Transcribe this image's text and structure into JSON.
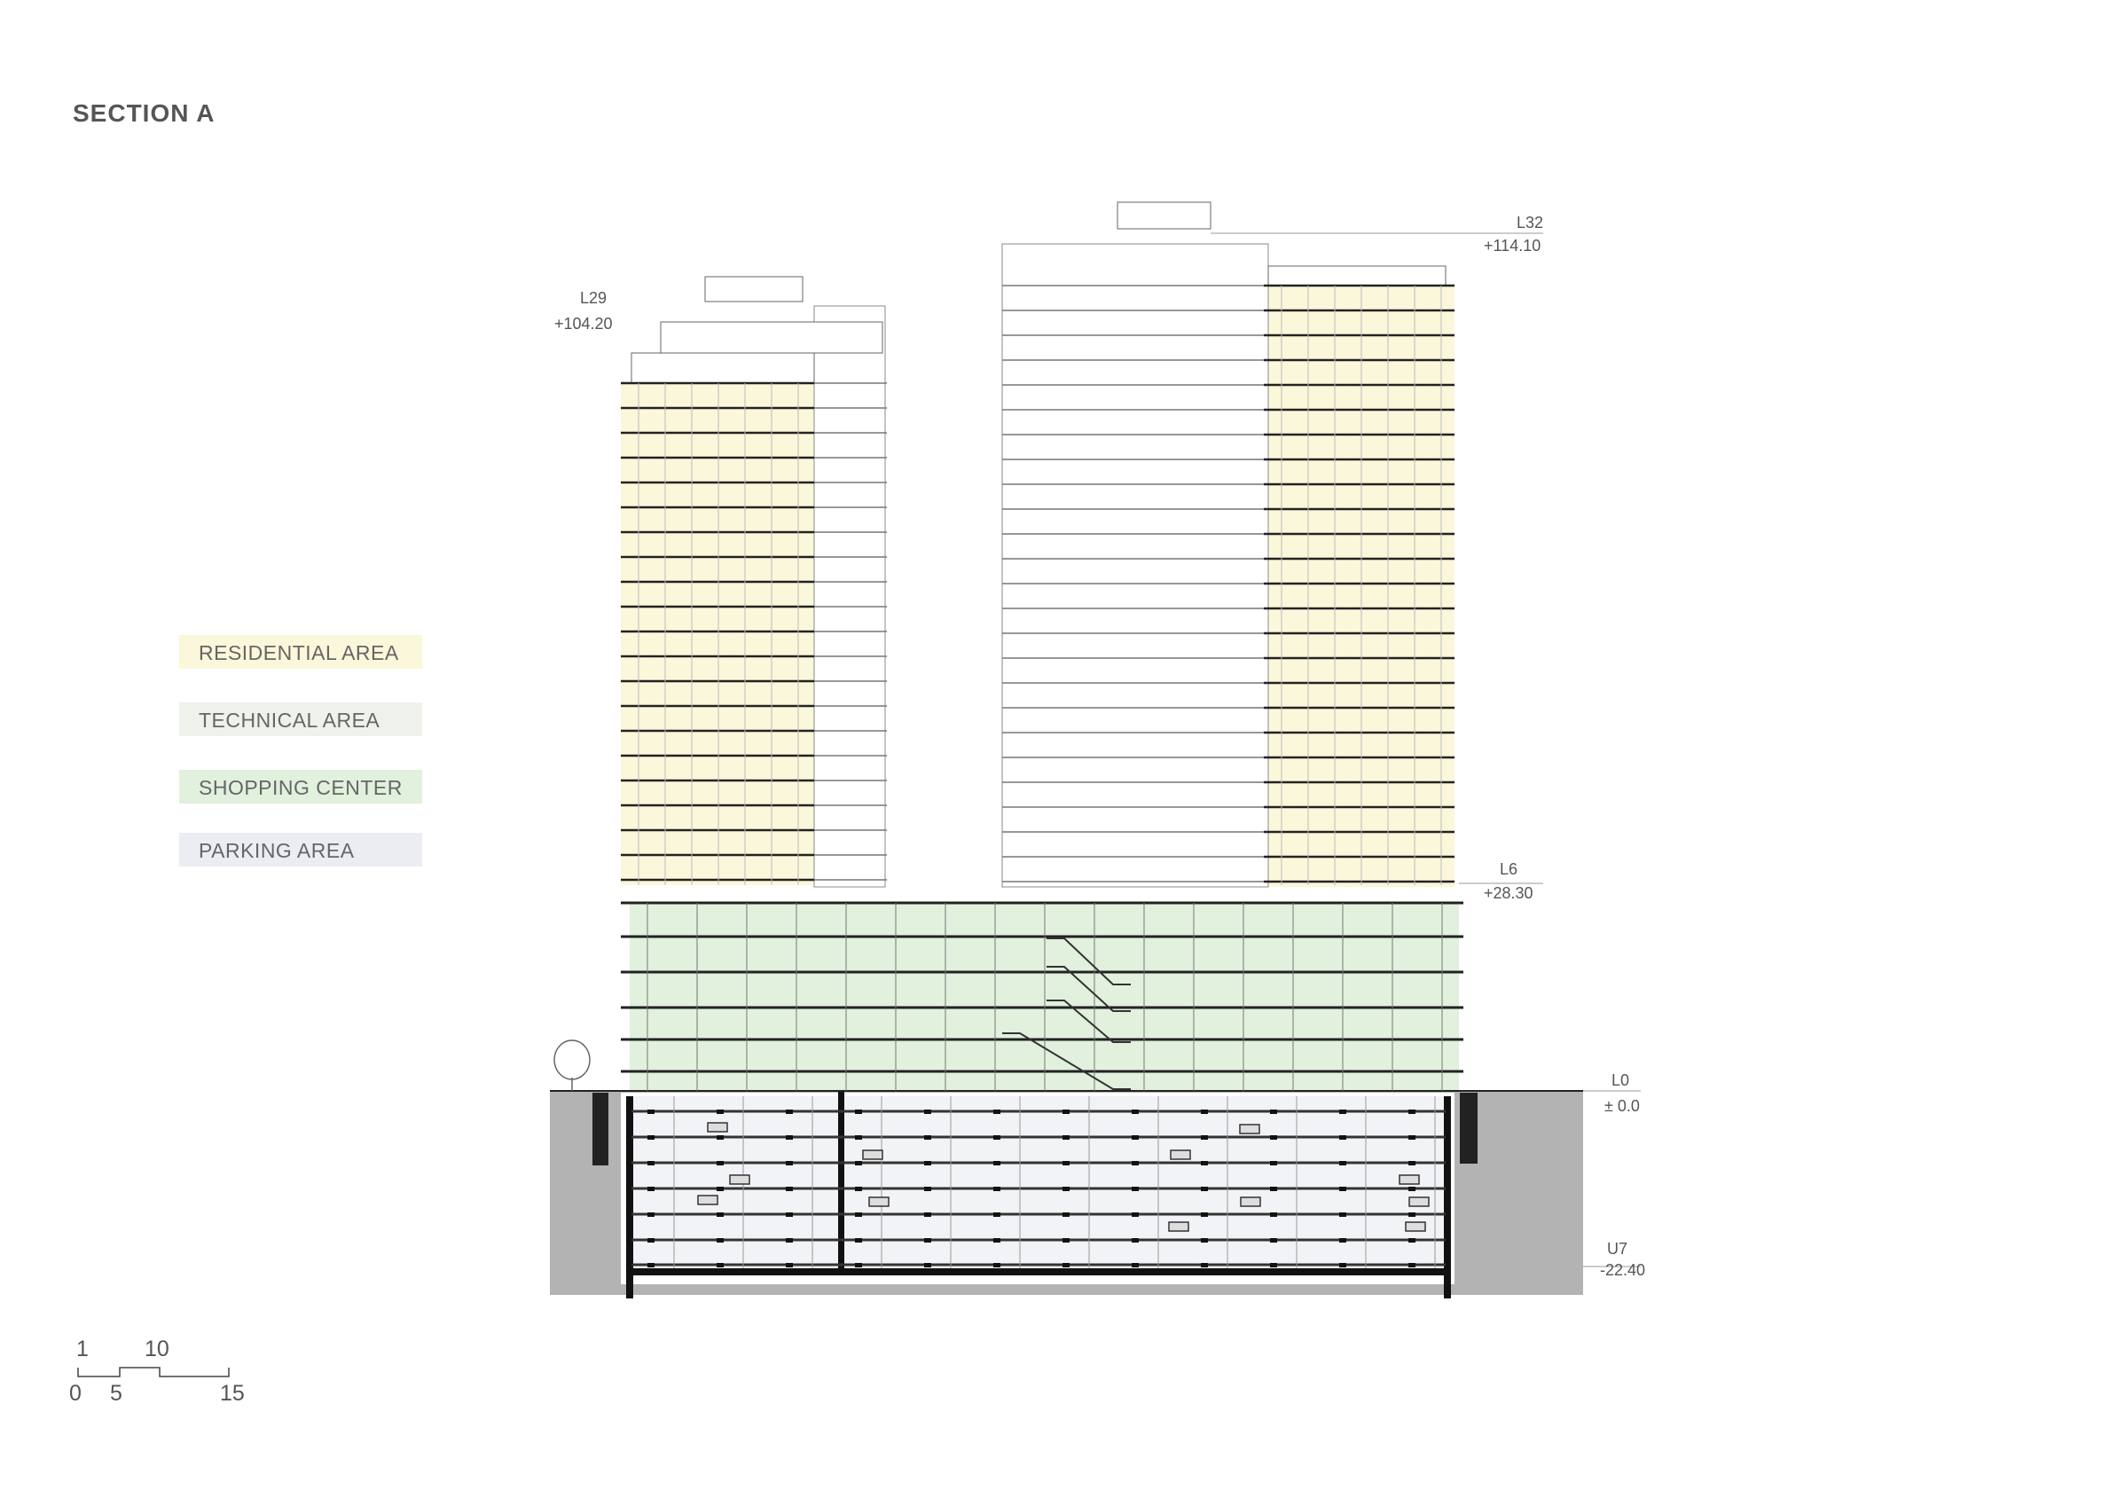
{
  "title": "SECTION A",
  "legend": [
    {
      "label": "RESIDENTIAL AREA",
      "color": "#fbf7da"
    },
    {
      "label": "TECHNICAL AREA",
      "color": "#eff2ea"
    },
    {
      "label": "SHOPPING CENTER",
      "color": "#e2f0de"
    },
    {
      "label": "PARKING AREA",
      "color": "#ecedf3"
    }
  ],
  "levels": {
    "l29": {
      "name": "L29",
      "elev": "+104.20"
    },
    "l32": {
      "name": "L32",
      "elev": "+114.10"
    },
    "l6": {
      "name": "L6",
      "elev": "+28.30"
    },
    "l0": {
      "name": "L0",
      "elev": "± 0.0"
    },
    "u7": {
      "name": "U7",
      "elev": "-22.40"
    }
  },
  "scale_bar": {
    "top_labels": [
      "1",
      "10"
    ],
    "bottom_labels": [
      "0",
      "5",
      "15"
    ]
  },
  "colors": {
    "residential": "#fbf7da",
    "shopping": "#e2f0de",
    "parking": "#f2f3f6",
    "ground": "#b3b3b3",
    "line": "#333333"
  }
}
